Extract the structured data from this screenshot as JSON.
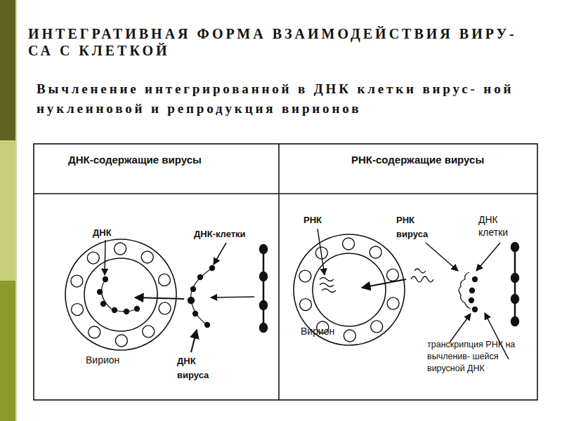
{
  "diagram": {
    "title": "ИНТЕГРАТИВНАЯ ФОРМА ВЗАИМОДЕЙСТВИЯ ВИРУ- СА С КЛЕТКОЙ",
    "nodes": [
      {
        "text": [
          "ДНК-содержащие вирусы"
        ]
      },
      {
        "text": [
          "РНК-содержащие вирусы"
        ]
      }
    ],
    "labels": [
      "Вычленение интегрированной в ДНК клетки вирус- ной нуклеиновой и репродукция вирионов",
      "ДНК",
      "ДНК-клетки",
      "Вирион",
      "ДНК вируса",
      "РНК",
      "РНК вируса",
      "ДНК клетки",
      "Вирион",
      "транскрипция РНК на вычленив- шейся вирусной ДНК"
    ]
  }
}
